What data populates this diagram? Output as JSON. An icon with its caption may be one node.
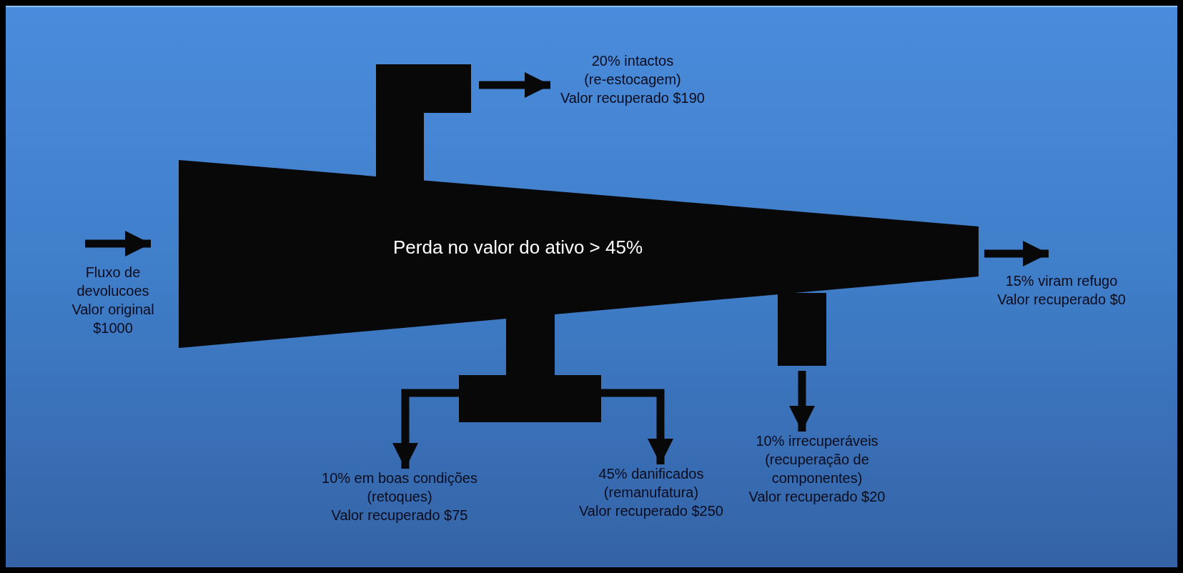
{
  "diagram": {
    "nodes": [
      {
        "text": [
          "Fluxo de",
          "devolucoes",
          "Valor original",
          "$1000"
        ]
      },
      {
        "text": [
          "Perda no valor do ativo > 45%"
        ]
      },
      {
        "text": [],
        "shape": "box"
      },
      {
        "text": [],
        "shape": "box"
      },
      {
        "text": [],
        "shape": "box"
      },
      {
        "text": [
          "20% intactos",
          "(re-estocagem)",
          "Valor recuperado $190"
        ]
      },
      {
        "text": [
          "15% viram refugo",
          "Valor recuperado $0"
        ]
      },
      {
        "text": [
          "10% em boas condições",
          "(retoques)",
          "Valor recuperado $75"
        ]
      },
      {
        "text": [
          "45% danificados",
          "(remanufatura)",
          "Valor recuperado $250"
        ]
      },
      {
        "text": [
          "10% irrecuperáveis",
          "(recuperação de",
          "componentes)",
          "Valor recuperado $20"
        ]
      }
    ],
    "edges": [
      {
        "from": 0,
        "to": 1,
        "arrow": "to"
      },
      {
        "from": 2,
        "to": 5,
        "arrow": "to"
      },
      {
        "from": 1,
        "to": 6,
        "arrow": "to"
      },
      {
        "from": 3,
        "to": 7,
        "arrow": "to"
      },
      {
        "from": 3,
        "to": 8,
        "arrow": "to"
      },
      {
        "from": 4,
        "to": 9,
        "arrow": "to"
      }
    ]
  }
}
